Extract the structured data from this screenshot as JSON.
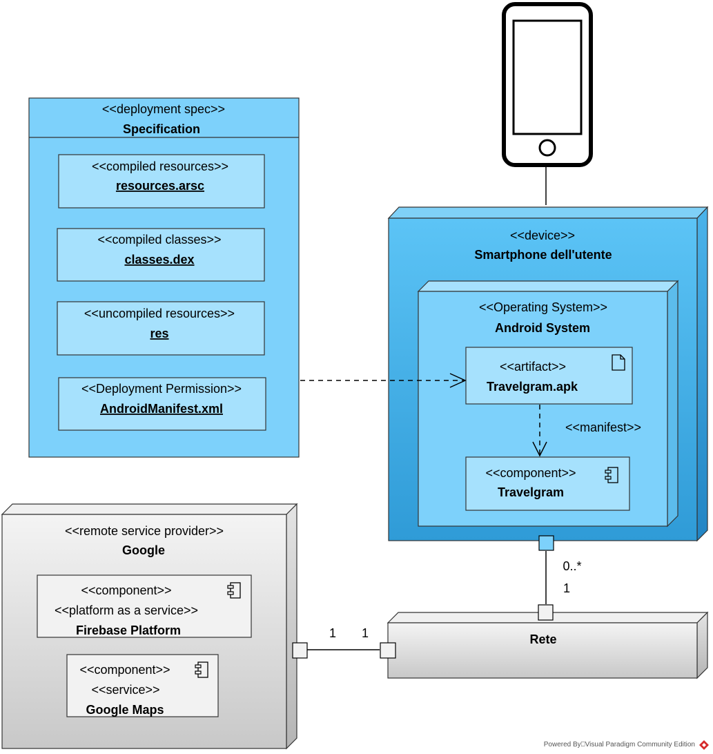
{
  "spec": {
    "stereotype": "<<deployment spec>>",
    "name": "Specification",
    "artifacts": [
      {
        "stereotype": "<<compiled resources>>",
        "name": "resources.arsc"
      },
      {
        "stereotype": "<<compiled classes>>",
        "name": "classes.dex"
      },
      {
        "stereotype": "<<uncompiled resources>>",
        "name": "res"
      },
      {
        "stereotype": "<<Deployment Permission>>",
        "name": "AndroidManifest.xml"
      }
    ]
  },
  "device": {
    "stereotype": "<<device>>",
    "name": "Smartphone dell'utente",
    "os": {
      "stereotype": "<<Operating System>>",
      "name": "Android System",
      "artifact": {
        "stereotype": "<<artifact>>",
        "name": "Travelgram.apk"
      },
      "component": {
        "stereotype": "<<component>>",
        "name": "Travelgram"
      },
      "manifest_label": "<<manifest>>"
    }
  },
  "google": {
    "stereotype": "<<remote service provider>>",
    "name": "Google",
    "firebase": {
      "stereotype1": "<<component>>",
      "stereotype2": "<<platform as a service>>",
      "name": "Firebase Platform"
    },
    "maps": {
      "stereotype1": "<<component>>",
      "stereotype2": "<<service>>",
      "name": "Google Maps"
    }
  },
  "rete": {
    "name": "Rete"
  },
  "multiplicities": {
    "device_rete_top": "0..*",
    "device_rete_bottom": "1",
    "google_rete_left": "1",
    "google_rete_right": "1"
  },
  "footer": "Powered By⎕Visual Paradigm Community Edition",
  "colors": {
    "spec_fill": "#7dd1fb",
    "device_fill": "#3aa4e0",
    "os_fill": "#7dd1fb",
    "node_gray": "#e6e6e6",
    "component_fill": "#f2f2f2"
  }
}
